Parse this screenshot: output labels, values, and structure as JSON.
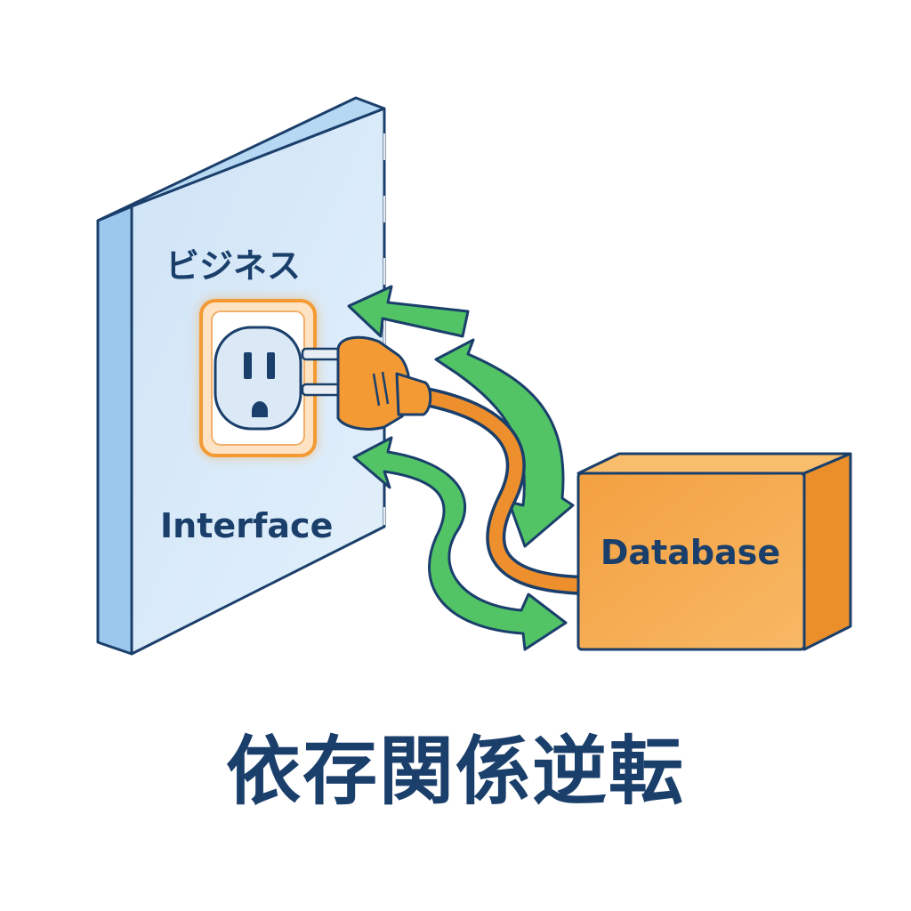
{
  "diagram": {
    "wall": {
      "title": "ビジネス",
      "subtitle": "Interface"
    },
    "database": {
      "label": "Database"
    },
    "main_title": "依存関係逆転"
  },
  "colors": {
    "navy": "#1b3f6b",
    "wall_face": "#d6e8f8",
    "wall_side": "#9cc8ee",
    "outlet_glow": "#f7a445",
    "plug": "#f39a35",
    "cable": "#ee8f2d",
    "arrow_green": "#52c466",
    "box_front": "#f5a84a",
    "box_top": "#f9be6c",
    "box_side": "#ea8f2a"
  },
  "icons": [
    "outlet-icon",
    "plug-icon",
    "arrow-icon"
  ]
}
